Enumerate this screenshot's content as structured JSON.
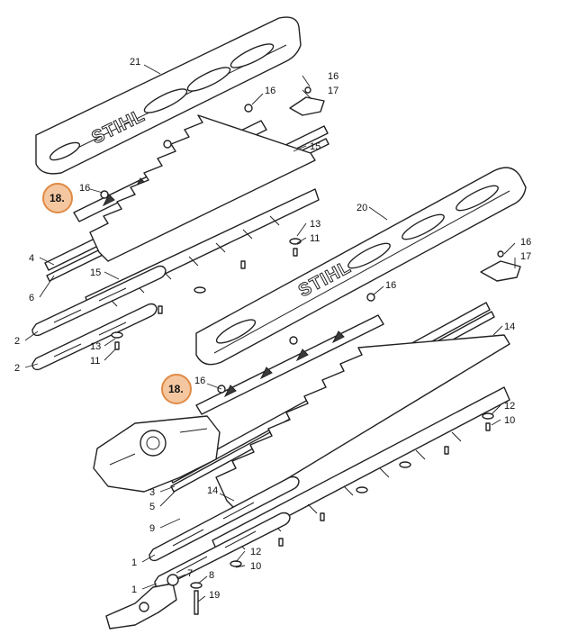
{
  "brand_logo": "STIHL",
  "highlight_color": "#e08a45",
  "highlight_fill": "#f4c7a0",
  "callouts": [
    "18.",
    "18."
  ],
  "labels": {
    "l21": "21",
    "l16a": "16",
    "l16b": "16",
    "l17a": "17",
    "l15": "15",
    "l16c": "16",
    "l13a": "13",
    "l11a": "11",
    "l4": "4",
    "l6": "6",
    "l15b": "15",
    "l2a": "2",
    "l13b": "13",
    "l11b": "11",
    "l2b": "2",
    "l20": "20",
    "l16d": "16",
    "l17b": "17",
    "l16e": "16",
    "l14a": "14",
    "l16f": "16",
    "l12a": "12",
    "l10a": "10",
    "l3": "3",
    "l5": "5",
    "l14b": "14",
    "l9": "9",
    "l1a": "1",
    "l12b": "12",
    "l10b": "10",
    "l1b": "1",
    "l7": "7",
    "l8": "8",
    "l19": "19"
  }
}
